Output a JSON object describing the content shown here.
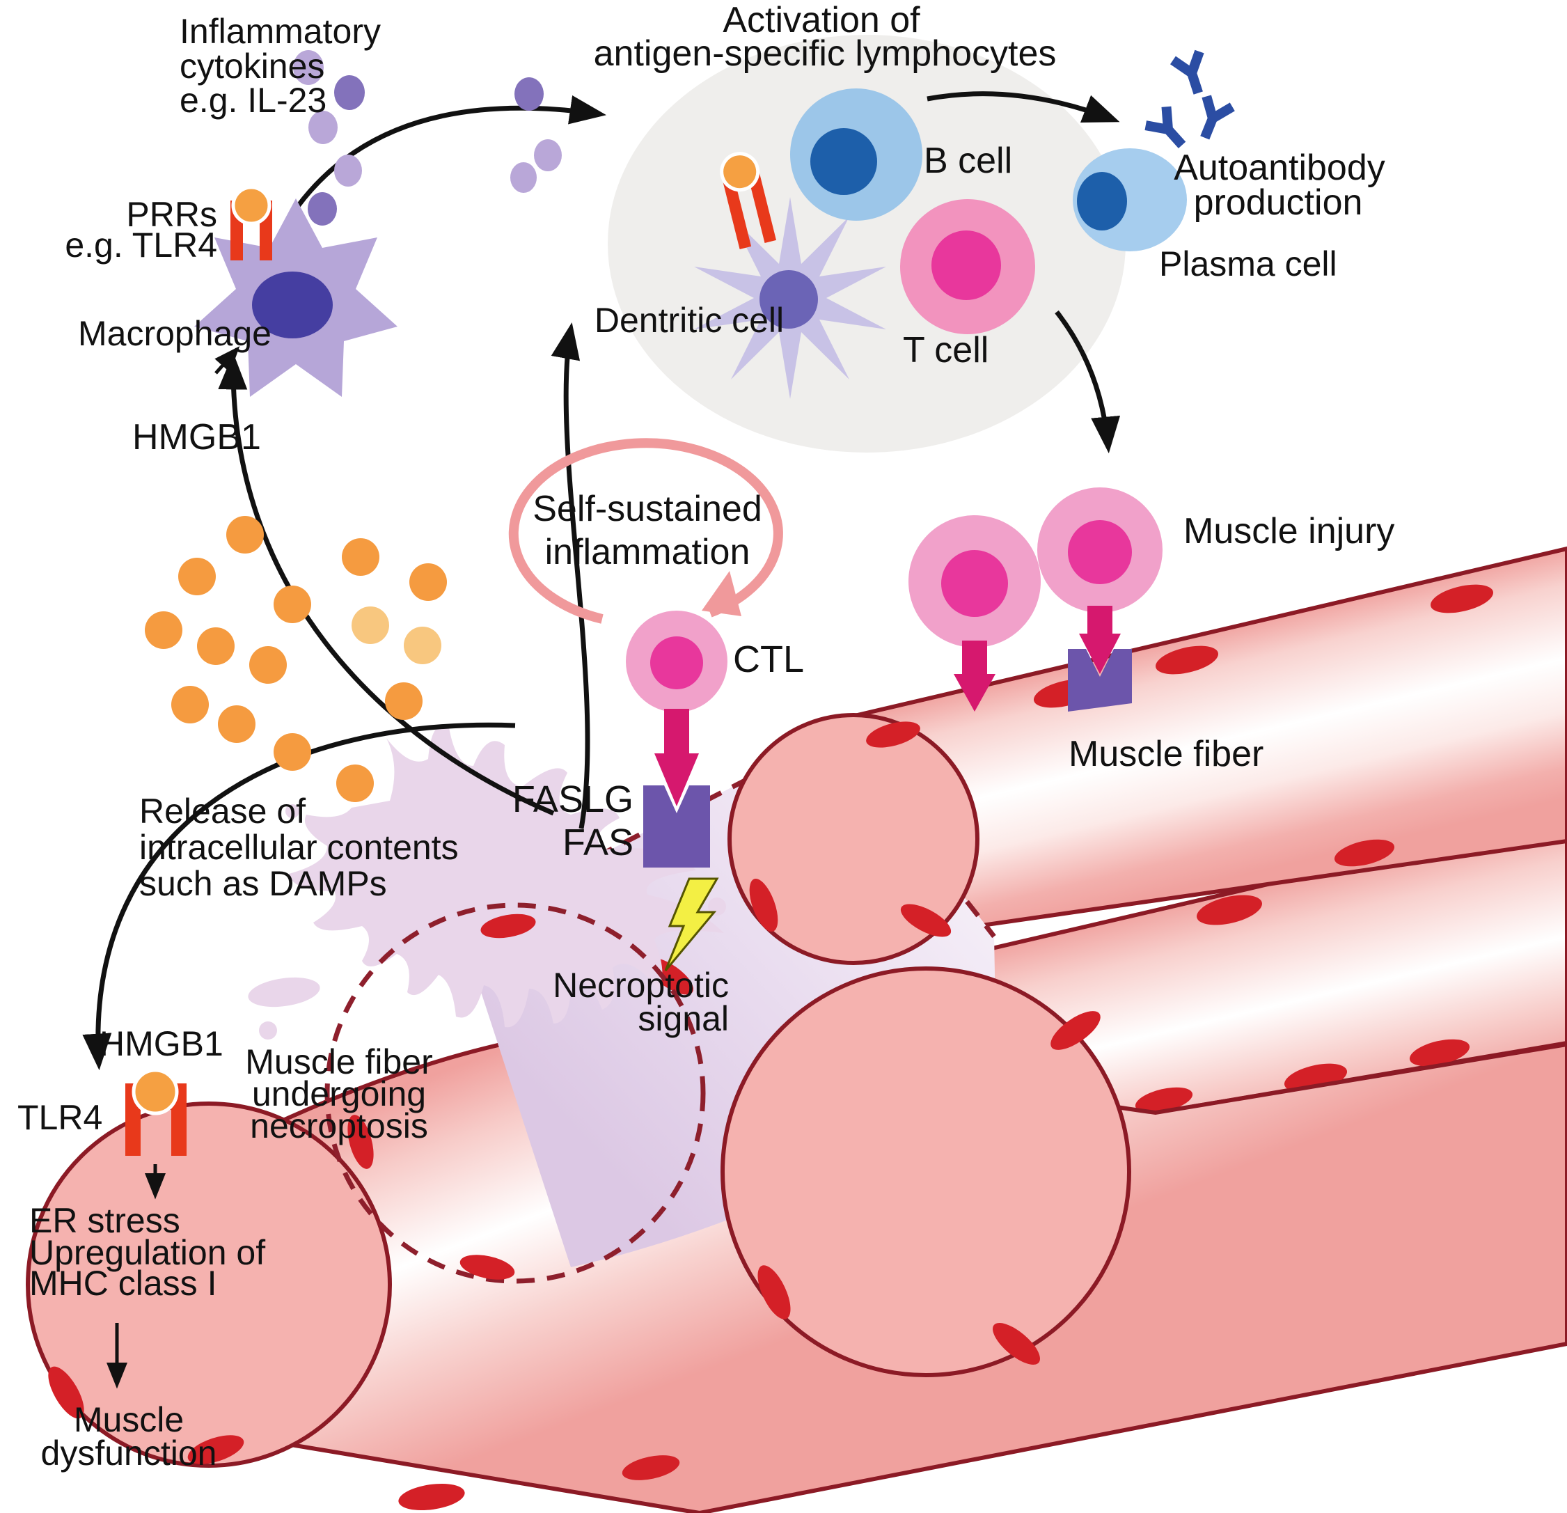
{
  "figure_type": "immunology pathway diagram of self-sustained muscle inflammation via necroptosis",
  "labels": {
    "cytokines": [
      "Inflammatory",
      "cytokines",
      "e.g. IL-23"
    ],
    "prrs": [
      "PRRs",
      "e.g. TLR4"
    ],
    "macrophage": "Macrophage",
    "activation": [
      "Activation of",
      "antigen-specific lymphocytes"
    ],
    "b_cell": "B cell",
    "t_cell": "T cell",
    "dendritic": "Dentritic cell",
    "autoantibody": [
      "Autoantibody",
      "production"
    ],
    "plasma": "Plasma cell",
    "self_sustained": [
      "Self-sustained",
      "inflammation"
    ],
    "muscle_injury": "Muscle injury",
    "muscle_fiber": "Muscle fiber",
    "ctl": "CTL",
    "faslg": "FASLG",
    "fas": "FAS",
    "hmgb1": "HMGB1",
    "release": [
      "Release of",
      "intracellular contents",
      "such as DAMPs"
    ],
    "hmgb1_2": "HMGB1",
    "tlr4": "TLR4",
    "necroptotic": [
      "Necroptotic",
      "signal"
    ],
    "necro_fiber": [
      "Muscle fiber",
      "undergoing",
      "necroptosis"
    ],
    "er_stress": "ER stress",
    "upregulation": [
      "Upregulation of",
      "MHC class I"
    ],
    "dysfunction": [
      "Muscle",
      "dysfunction"
    ]
  },
  "colors": {
    "background": "#ffffff",
    "gray_circle": "#efeeec",
    "cytokine_light": "#b9a7d8",
    "cytokine_dark": "#8372bb",
    "macrophage_body": "#b6a6d8",
    "macrophage_nucleus": "#453ea1",
    "dendritic_body": "#c8c2e6",
    "dendritic_nucleus": "#6b64b6",
    "receptor_red": "#e8391b",
    "ligand_orange": "#f5a042",
    "b_cell_body": "#9cc6e9",
    "b_cell_nucleus": "#1d5faa",
    "t_cell_body": "#f293be",
    "t_cell_nucleus": "#e8379c",
    "plasma_body": "#a6cdee",
    "antibody_blue": "#2b4da3",
    "cycle_arrow_pink": "#f0999b",
    "ctl_body": "#f1a1ca",
    "ctl_nucleus": "#e8379c",
    "faslg_magenta": "#d6186e",
    "fas_purple": "#6c55ab",
    "fiber_pink": "#f2a8a5",
    "fiber_cross_section": "#f5b2af",
    "fiber_stroke": "#8c1a25",
    "fiber_nucleus_red": "#d42027",
    "necro_lavender": "#ddc9e5",
    "splash_lavender": "#e9d6ea",
    "hmgb1_orange": "#f59b40",
    "hmgb1_orange_light": "#f8c77f",
    "lightning_yellow": "#f3ef44",
    "text_black": "#111111"
  }
}
